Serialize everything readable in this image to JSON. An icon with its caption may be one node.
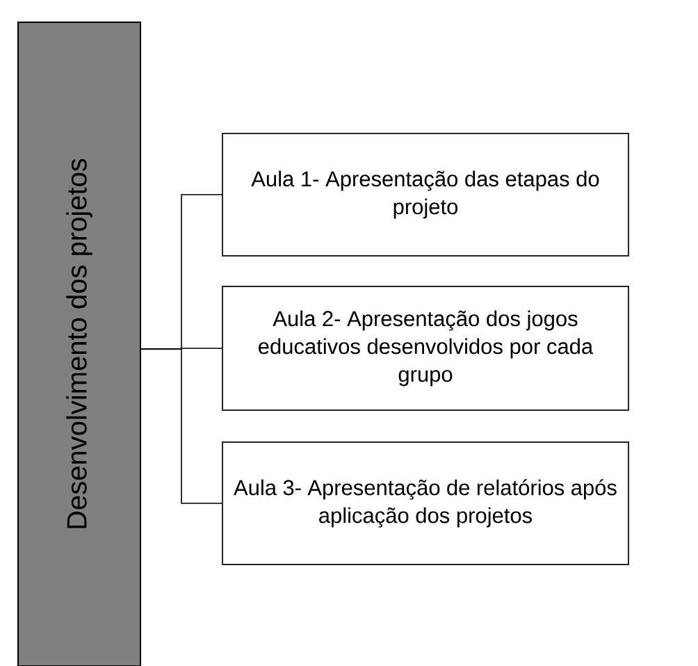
{
  "diagram": {
    "nodes": [
      {
        "text": [
          "Desenvolvimento dos projetos"
        ]
      },
      {
        "text": [
          "Aula 1- Apresentação das etapas do projeto"
        ]
      },
      {
        "text": [
          "Aula 2- Apresentação dos jogos educativos desenvolvidos por cada grupo"
        ]
      },
      {
        "text": [
          "Aula 3- Apresentação de relatórios após aplicação dos projetos"
        ]
      }
    ],
    "edges": [
      {
        "from": 0,
        "to": 1,
        "arrow": "none"
      },
      {
        "from": 0,
        "to": 2,
        "arrow": "none"
      },
      {
        "from": 0,
        "to": 3,
        "arrow": "none"
      }
    ]
  }
}
